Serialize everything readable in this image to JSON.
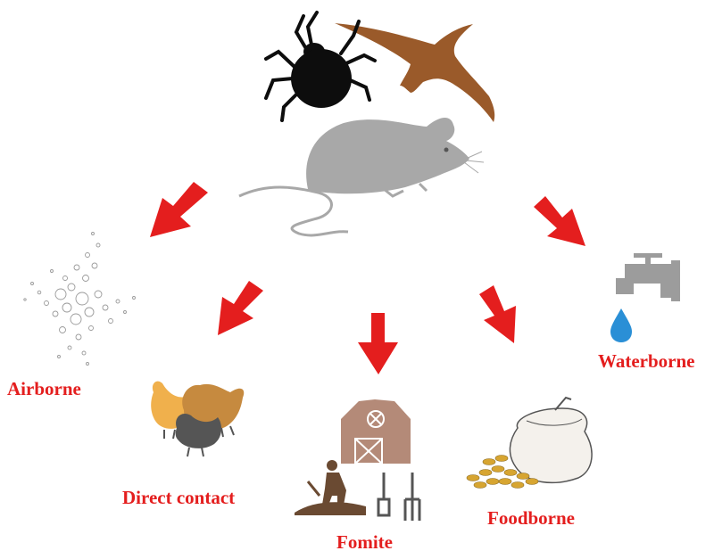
{
  "routes": {
    "airborne": "Airborne",
    "direct_contact": "Direct contact",
    "fomite": "Fomite",
    "foodborne": "Foodborne",
    "waterborne": "Waterborne"
  },
  "colors": {
    "label": "#e41e1e",
    "arrow": "#e41e1e",
    "tick": "#0d0d0d",
    "bird": "#9a5a2a",
    "mouse": "#a8a8a8",
    "tap": "#9c9c9c",
    "drop": "#2a8fd6",
    "barn": "#b48a78",
    "hen": "#f0b04c",
    "grain": "#d7a531"
  }
}
